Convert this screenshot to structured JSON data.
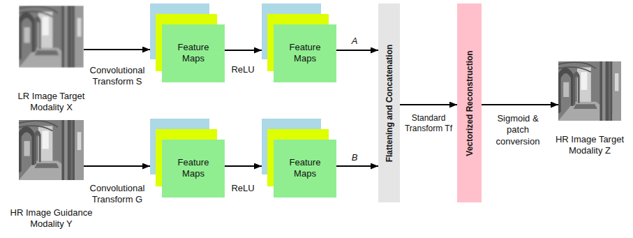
{
  "diagram": {
    "nodes": [
      {
        "text": [
          "LR Image Target Modality X"
        ]
      },
      {
        "text": [
          "Feature Maps"
        ]
      },
      {
        "text": [
          "Feature Maps"
        ]
      },
      {
        "text": [
          "HR Image Guidance Modality Y"
        ]
      },
      {
        "text": [
          "Feature Maps"
        ]
      },
      {
        "text": [
          "Feature Maps"
        ]
      },
      {
        "text": [
          "Flattening and Concatenation"
        ]
      },
      {
        "text": [
          "Vectorized Reconstruction"
        ]
      },
      {
        "text": [
          "HR Image Target Modality Z"
        ]
      }
    ],
    "edges": [
      {
        "from": 0,
        "to": 1,
        "arrow": "to",
        "label": "Convolutional Transform S"
      },
      {
        "from": 1,
        "to": 2,
        "arrow": "to",
        "label": "ReLU"
      },
      {
        "from": 2,
        "to": 6,
        "arrow": "to",
        "label": "A"
      },
      {
        "from": 3,
        "to": 4,
        "arrow": "to",
        "label": "Convolutional Transform G"
      },
      {
        "from": 4,
        "to": 5,
        "arrow": "to",
        "label": "ReLU"
      },
      {
        "from": 5,
        "to": 6,
        "arrow": "to",
        "label": "B"
      },
      {
        "from": 6,
        "to": 7,
        "arrow": "to",
        "label": "Standard Transform Tf"
      },
      {
        "from": 7,
        "to": 8,
        "arrow": "to",
        "label": "Sigmoid & patch conversion"
      }
    ]
  }
}
